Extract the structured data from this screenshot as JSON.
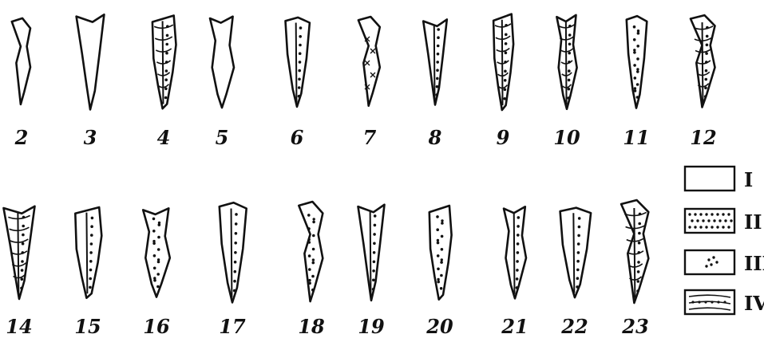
{
  "rows": [
    {
      "specimens": [
        {
          "label": "2",
          "pattern": "I"
        },
        {
          "label": "3",
          "pattern": "I"
        },
        {
          "label": "4",
          "pattern": "IV"
        },
        {
          "label": "5",
          "pattern": "I"
        },
        {
          "label": "6",
          "pattern": "III"
        },
        {
          "label": "7",
          "pattern": "X"
        },
        {
          "label": "8",
          "pattern": "III"
        },
        {
          "label": "9",
          "pattern": "IV"
        },
        {
          "label": "10",
          "pattern": "IV"
        },
        {
          "label": "11",
          "pattern": "II"
        },
        {
          "label": "12",
          "pattern": "IV"
        }
      ]
    },
    {
      "specimens": [
        {
          "label": "14",
          "pattern": "IV"
        },
        {
          "label": "15",
          "pattern": "III"
        },
        {
          "label": "16",
          "pattern": "II"
        },
        {
          "label": "17",
          "pattern": "III"
        },
        {
          "label": "18",
          "pattern": "II"
        },
        {
          "label": "19",
          "pattern": "III"
        },
        {
          "label": "20",
          "pattern": "II"
        },
        {
          "label": "21",
          "pattern": "III"
        },
        {
          "label": "22",
          "pattern": "III"
        },
        {
          "label": "23",
          "pattern": "IV"
        }
      ]
    }
  ],
  "legend": [
    {
      "label": "I",
      "pattern": "I"
    },
    {
      "label": "II",
      "pattern": "II"
    },
    {
      "label": "III",
      "pattern": "III"
    },
    {
      "label": "IV",
      "pattern": "IV"
    }
  ]
}
